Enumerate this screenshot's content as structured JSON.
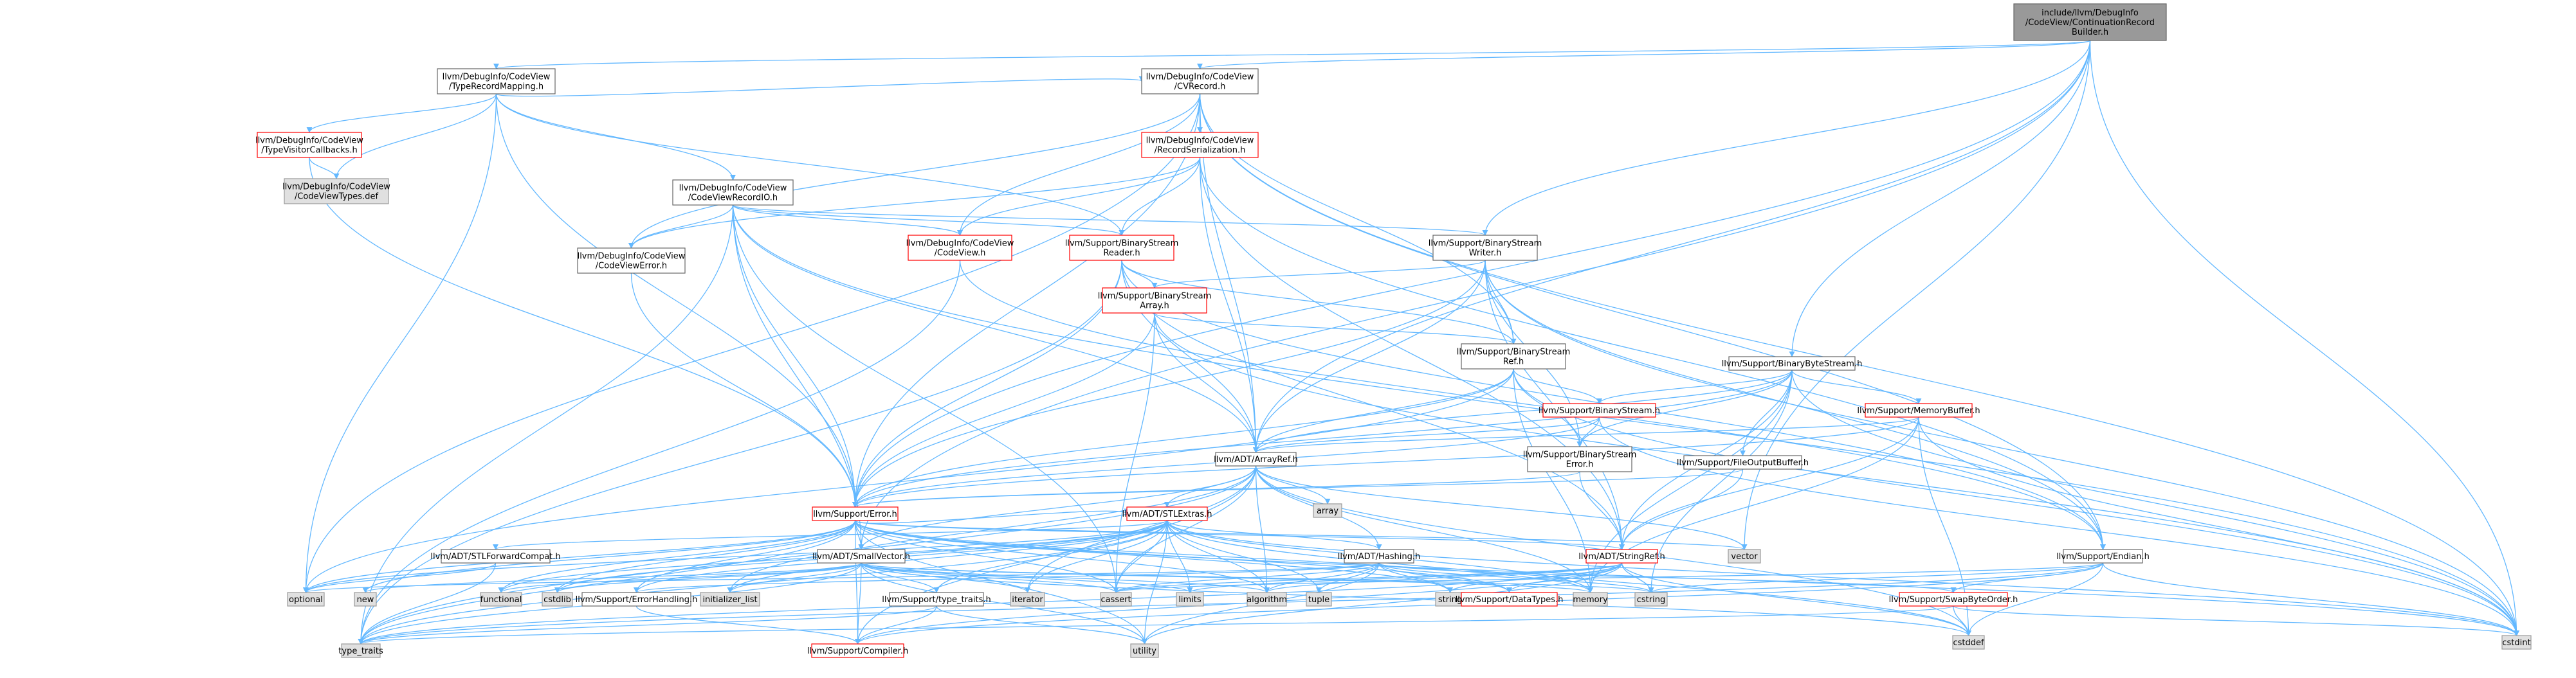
{
  "colors": {
    "edge": "#63b8ff",
    "root_fill": "#999999",
    "normal_fill": "#ffffff",
    "normal_stroke": "#666666",
    "red_stroke": "#ff0000",
    "gray_fill": "#e0e0e0",
    "gray_stroke": "#999999"
  },
  "nodes": {
    "root": {
      "style": "root",
      "lines": [
        "include/llvm/DebugInfo",
        "/CodeView/ContinuationRecord",
        "Builder.h"
      ]
    },
    "trm": {
      "style": "normal",
      "lines": [
        "llvm/DebugInfo/CodeView",
        "/TypeRecordMapping.h"
      ]
    },
    "tvc": {
      "style": "red",
      "lines": [
        "llvm/DebugInfo/CodeView",
        "/TypeVisitorCallbacks.h"
      ]
    },
    "cvtd": {
      "style": "gray",
      "lines": [
        "llvm/DebugInfo/CodeView",
        "/CodeViewTypes.def"
      ]
    },
    "cvrecord": {
      "style": "normal",
      "lines": [
        "llvm/DebugInfo/CodeView",
        "/CVRecord.h"
      ]
    },
    "cvrio": {
      "style": "normal",
      "lines": [
        "llvm/DebugInfo/CodeView",
        "/CodeViewRecordIO.h"
      ]
    },
    "recser": {
      "style": "red",
      "lines": [
        "llvm/DebugInfo/CodeView",
        "/RecordSerialization.h"
      ]
    },
    "cverr": {
      "style": "normal",
      "lines": [
        "llvm/DebugInfo/CodeView",
        "/CodeViewError.h"
      ]
    },
    "cview": {
      "style": "red",
      "lines": [
        "llvm/DebugInfo/CodeView",
        "/CodeView.h"
      ]
    },
    "bsreader": {
      "style": "red",
      "lines": [
        "llvm/Support/BinaryStream",
        "Reader.h"
      ]
    },
    "bswriter": {
      "style": "normal",
      "lines": [
        "llvm/Support/BinaryStream",
        "Writer.h"
      ]
    },
    "bsarray": {
      "style": "red",
      "lines": [
        "llvm/Support/BinaryStream",
        "Array.h"
      ]
    },
    "bsref": {
      "style": "normal",
      "lines": [
        "llvm/Support/BinaryStream",
        "Ref.h"
      ]
    },
    "bbstream": {
      "style": "normal",
      "lines": [
        "llvm/Support/BinaryByteStream.h"
      ]
    },
    "bstream": {
      "style": "red",
      "lines": [
        "llvm/Support/BinaryStream.h"
      ]
    },
    "membuf": {
      "style": "red",
      "lines": [
        "llvm/Support/MemoryBuffer.h"
      ]
    },
    "bserr": {
      "style": "normal",
      "lines": [
        "llvm/Support/BinaryStream",
        "Error.h"
      ]
    },
    "fob": {
      "style": "normal",
      "lines": [
        "llvm/Support/FileOutputBuffer.h"
      ]
    },
    "arrayref": {
      "style": "normal",
      "lines": [
        "llvm/ADT/ArrayRef.h"
      ]
    },
    "array": {
      "style": "gray",
      "lines": [
        "array"
      ]
    },
    "error": {
      "style": "red",
      "lines": [
        "llvm/Support/Error.h"
      ]
    },
    "stlextras": {
      "style": "red",
      "lines": [
        "llvm/ADT/STLExtras.h"
      ]
    },
    "vector": {
      "style": "gray",
      "lines": [
        "vector"
      ]
    },
    "stlfwd": {
      "style": "normal",
      "lines": [
        "llvm/ADT/STLForwardCompat.h"
      ]
    },
    "smallvec": {
      "style": "normal",
      "lines": [
        "llvm/ADT/SmallVector.h"
      ]
    },
    "hashing": {
      "style": "normal",
      "lines": [
        "llvm/ADT/Hashing.h"
      ]
    },
    "stringref": {
      "style": "red",
      "lines": [
        "llvm/ADT/StringRef.h"
      ]
    },
    "endian": {
      "style": "normal",
      "lines": [
        "llvm/Support/Endian.h"
      ]
    },
    "optional": {
      "style": "gray",
      "lines": [
        "optional"
      ]
    },
    "new": {
      "style": "gray",
      "lines": [
        "new"
      ]
    },
    "functional": {
      "style": "gray",
      "lines": [
        "functional"
      ]
    },
    "cstdlib": {
      "style": "gray",
      "lines": [
        "cstdlib"
      ]
    },
    "errhandling": {
      "style": "normal",
      "lines": [
        "llvm/Support/ErrorHandling.h"
      ]
    },
    "initlist": {
      "style": "gray",
      "lines": [
        "initializer_list"
      ]
    },
    "typetraits": {
      "style": "normal",
      "lines": [
        "llvm/Support/type_traits.h"
      ]
    },
    "iterator": {
      "style": "gray",
      "lines": [
        "iterator"
      ]
    },
    "cassert": {
      "style": "gray",
      "lines": [
        "cassert"
      ]
    },
    "limits": {
      "style": "gray",
      "lines": [
        "limits"
      ]
    },
    "algorithm": {
      "style": "gray",
      "lines": [
        "algorithm"
      ]
    },
    "tuple": {
      "style": "gray",
      "lines": [
        "tuple"
      ]
    },
    "string": {
      "style": "gray",
      "lines": [
        "string"
      ]
    },
    "datatypes": {
      "style": "red",
      "lines": [
        "llvm/Support/DataTypes.h"
      ]
    },
    "memory": {
      "style": "gray",
      "lines": [
        "memory"
      ]
    },
    "cstring": {
      "style": "gray",
      "lines": [
        "cstring"
      ]
    },
    "swapbyte": {
      "style": "red",
      "lines": [
        "llvm/Support/SwapByteOrder.h"
      ]
    },
    "cstddef": {
      "style": "gray",
      "lines": [
        "cstddef"
      ]
    },
    "cstdint": {
      "style": "gray",
      "lines": [
        "cstdint"
      ]
    },
    "stdtypetraits": {
      "style": "gray",
      "lines": [
        "type_traits"
      ]
    },
    "compiler": {
      "style": "red",
      "lines": [
        "llvm/Support/Compiler.h"
      ]
    },
    "utility": {
      "style": "gray",
      "lines": [
        "utility"
      ]
    }
  },
  "edges": [
    [
      "root",
      "trm"
    ],
    [
      "root",
      "cvrecord"
    ],
    [
      "root",
      "bswriter"
    ],
    [
      "root",
      "bbstream"
    ],
    [
      "root",
      "arrayref"
    ],
    [
      "root",
      "error"
    ],
    [
      "root",
      "smallvec"
    ],
    [
      "root",
      "vector"
    ],
    [
      "root",
      "cstdint"
    ],
    [
      "trm",
      "tvc"
    ],
    [
      "trm",
      "cvtd"
    ],
    [
      "trm",
      "cvrecord"
    ],
    [
      "trm",
      "cvrio"
    ],
    [
      "trm",
      "bsreader"
    ],
    [
      "trm",
      "error"
    ],
    [
      "trm",
      "optional"
    ],
    [
      "tvc",
      "cvtd"
    ],
    [
      "tvc",
      "error"
    ],
    [
      "cvrecord",
      "cview"
    ],
    [
      "cvrecord",
      "recser"
    ],
    [
      "cvrecord",
      "cverr"
    ],
    [
      "cvrecord",
      "bsref"
    ],
    [
      "cvrecord",
      "arrayref"
    ],
    [
      "cvrecord",
      "error"
    ],
    [
      "cvrecord",
      "endian"
    ],
    [
      "cvrecord",
      "cstdint"
    ],
    [
      "cvrecord",
      "optional"
    ],
    [
      "cvrio",
      "cverr"
    ],
    [
      "cvrio",
      "cview"
    ],
    [
      "cvrio",
      "bsreader"
    ],
    [
      "cvrio",
      "bswriter"
    ],
    [
      "cvrio",
      "arrayref"
    ],
    [
      "cvrio",
      "error"
    ],
    [
      "cvrio",
      "smallvec"
    ],
    [
      "cvrio",
      "cassert"
    ],
    [
      "cvrio",
      "cstdint"
    ],
    [
      "cvrio",
      "stdtypetraits"
    ],
    [
      "recser",
      "cview"
    ],
    [
      "recser",
      "cverr"
    ],
    [
      "recser",
      "bsreader"
    ],
    [
      "recser",
      "arrayref"
    ],
    [
      "recser",
      "stringref"
    ],
    [
      "recser",
      "endian"
    ],
    [
      "recser",
      "cinttypes"
    ],
    [
      "cverr",
      "error"
    ],
    [
      "cview",
      "endian"
    ],
    [
      "cview",
      "stdtypetraits"
    ],
    [
      "bsreader",
      "bsarray"
    ],
    [
      "bsreader",
      "bsref"
    ],
    [
      "bsreader",
      "arrayref"
    ],
    [
      "bsreader",
      "stringref"
    ],
    [
      "bsreader",
      "error"
    ],
    [
      "bsreader",
      "endian"
    ],
    [
      "bsreader",
      "stdtypetraits"
    ],
    [
      "bswriter",
      "bsarray"
    ],
    [
      "bswriter",
      "bserr"
    ],
    [
      "bswriter",
      "bsref"
    ],
    [
      "bswriter",
      "arrayref"
    ],
    [
      "bswriter",
      "stringref"
    ],
    [
      "bswriter",
      "error"
    ],
    [
      "bswriter",
      "endian"
    ],
    [
      "bswriter",
      "cstdint"
    ],
    [
      "bsarray",
      "bsref"
    ],
    [
      "bsarray",
      "arrayref"
    ],
    [
      "bsarray",
      "error"
    ],
    [
      "bsarray",
      "cassert"
    ],
    [
      "bsarray",
      "cstdint"
    ],
    [
      "bsref",
      "bstream"
    ],
    [
      "bsref",
      "bserr"
    ],
    [
      "bsref",
      "arrayref"
    ],
    [
      "bsref",
      "error"
    ],
    [
      "bsref",
      "cstdint"
    ],
    [
      "bsref",
      "optional"
    ],
    [
      "bsref",
      "memory"
    ],
    [
      "bbstream",
      "bstream"
    ],
    [
      "bbstream",
      "membuf"
    ],
    [
      "bbstream",
      "fob"
    ],
    [
      "bbstream",
      "bserr"
    ],
    [
      "bbstream",
      "arrayref"
    ],
    [
      "bbstream",
      "stringref"
    ],
    [
      "bbstream",
      "error"
    ],
    [
      "bbstream",
      "cstdint"
    ],
    [
      "bbstream",
      "cstring"
    ],
    [
      "bbstream",
      "memory"
    ],
    [
      "bstream",
      "bserr"
    ],
    [
      "bstream",
      "arrayref"
    ],
    [
      "bstream",
      "error"
    ],
    [
      "bstream",
      "cstdint"
    ],
    [
      "membuf",
      "arrayref"
    ],
    [
      "membuf",
      "stringref"
    ],
    [
      "membuf",
      "error"
    ],
    [
      "membuf",
      "memory"
    ],
    [
      "membuf",
      "cstddef"
    ],
    [
      "membuf",
      "cstdint"
    ],
    [
      "fob",
      "stringref"
    ],
    [
      "fob",
      "error"
    ],
    [
      "bserr",
      "error"
    ],
    [
      "bserr",
      "stringref"
    ],
    [
      "arrayref",
      "hashing"
    ],
    [
      "arrayref",
      "smallvec"
    ],
    [
      "arrayref",
      "stlextras"
    ],
    [
      "arrayref",
      "compiler"
    ],
    [
      "arrayref",
      "algorithm"
    ],
    [
      "arrayref",
      "array"
    ],
    [
      "arrayref",
      "cassert"
    ],
    [
      "arrayref",
      "cstddef"
    ],
    [
      "arrayref",
      "initlist"
    ],
    [
      "arrayref",
      "iterator"
    ],
    [
      "arrayref",
      "memory"
    ],
    [
      "arrayref",
      "stdtypetraits"
    ],
    [
      "arrayref",
      "vector"
    ],
    [
      "error",
      "stlextras"
    ],
    [
      "error",
      "smallvec"
    ],
    [
      "error",
      "stringref"
    ],
    [
      "error",
      "datatypes"
    ],
    [
      "error",
      "errhandling"
    ],
    [
      "error",
      "compiler"
    ],
    [
      "error",
      "algorithm"
    ],
    [
      "error",
      "cassert"
    ],
    [
      "error",
      "cstdint"
    ],
    [
      "error",
      "cstdlib"
    ],
    [
      "error",
      "functional"
    ],
    [
      "error",
      "memory"
    ],
    [
      "error",
      "new"
    ],
    [
      "error",
      "optional"
    ],
    [
      "error",
      "string"
    ],
    [
      "error",
      "system_error"
    ],
    [
      "error",
      "stdtypetraits"
    ],
    [
      "error",
      "utility"
    ],
    [
      "error",
      "vector"
    ],
    [
      "stlextras",
      "hashing"
    ],
    [
      "stlextras",
      "stlfwd"
    ],
    [
      "stlextras",
      "typetraits"
    ],
    [
      "stlextras",
      "errhandling"
    ],
    [
      "stlextras",
      "algorithm"
    ],
    [
      "stlextras",
      "cassert"
    ],
    [
      "stlextras",
      "cstddef"
    ],
    [
      "stlextras",
      "cstdint"
    ],
    [
      "stlextras",
      "cstdlib"
    ],
    [
      "stlextras",
      "functional"
    ],
    [
      "stlextras",
      "initlist"
    ],
    [
      "stlextras",
      "iterator"
    ],
    [
      "stlextras",
      "limits"
    ],
    [
      "stlextras",
      "memory"
    ],
    [
      "stlextras",
      "optional"
    ],
    [
      "stlextras",
      "tuple"
    ],
    [
      "stlextras",
      "stdtypetraits"
    ],
    [
      "stlextras",
      "utility"
    ],
    [
      "stlfwd",
      "optional"
    ],
    [
      "stlfwd",
      "stdtypetraits"
    ],
    [
      "smallvec",
      "compiler"
    ],
    [
      "smallvec",
      "typetraits"
    ],
    [
      "smallvec",
      "algorithm"
    ],
    [
      "smallvec",
      "cassert"
    ],
    [
      "smallvec",
      "cstddef"
    ],
    [
      "smallvec",
      "cstdlib"
    ],
    [
      "smallvec",
      "cstring"
    ],
    [
      "smallvec",
      "functional"
    ],
    [
      "smallvec",
      "initlist"
    ],
    [
      "smallvec",
      "iterator"
    ],
    [
      "smallvec",
      "limits"
    ],
    [
      "smallvec",
      "memory"
    ],
    [
      "smallvec",
      "new"
    ],
    [
      "smallvec",
      "stdtypetraits"
    ],
    [
      "smallvec",
      "utility"
    ],
    [
      "hashing",
      "errhandling"
    ],
    [
      "hashing",
      "datatypes"
    ],
    [
      "hashing",
      "swapbyte"
    ],
    [
      "hashing",
      "algorithm"
    ],
    [
      "hashing",
      "cassert"
    ],
    [
      "hashing",
      "cstring"
    ],
    [
      "hashing",
      "optional"
    ],
    [
      "hashing",
      "string"
    ],
    [
      "hashing",
      "tuple"
    ],
    [
      "hashing",
      "utility"
    ],
    [
      "stringref",
      "datatypes"
    ],
    [
      "stringref",
      "compiler"
    ],
    [
      "stringref",
      "algorithm"
    ],
    [
      "stringref",
      "cassert"
    ],
    [
      "stringref",
      "cstddef"
    ],
    [
      "stringref",
      "cstring"
    ],
    [
      "stringref",
      "limits"
    ],
    [
      "stringref",
      "string"
    ],
    [
      "stringref",
      "stdtypetraits"
    ],
    [
      "stringref",
      "utility"
    ],
    [
      "endian",
      "compiler"
    ],
    [
      "endian",
      "swapbyte"
    ],
    [
      "endian",
      "cassert"
    ],
    [
      "endian",
      "cstddef"
    ],
    [
      "endian",
      "cstdint"
    ],
    [
      "endian",
      "cstring"
    ],
    [
      "endian",
      "stdtypetraits"
    ],
    [
      "typetraits",
      "compiler"
    ],
    [
      "typetraits",
      "stdtypetraits"
    ],
    [
      "typetraits",
      "utility"
    ],
    [
      "errhandling",
      "compiler"
    ],
    [
      "swapbyte",
      "cstddef"
    ],
    [
      "swapbyte",
      "cstdint"
    ],
    [
      "swapbyte",
      "stdtypetraits"
    ]
  ]
}
